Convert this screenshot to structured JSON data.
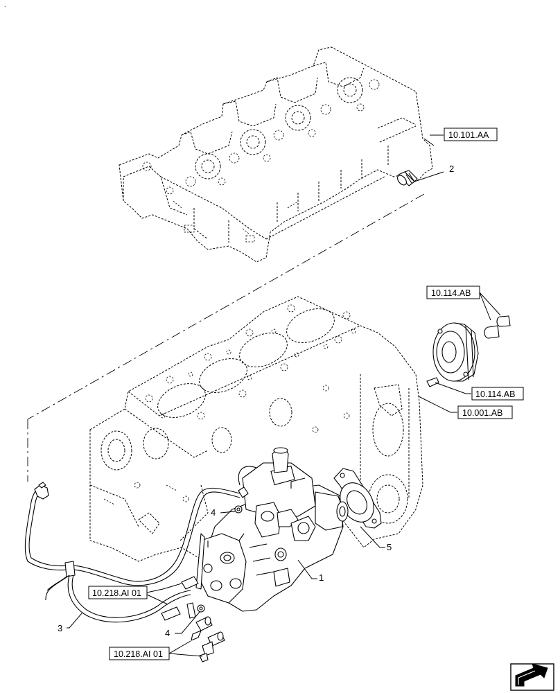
{
  "corner_mark": ".",
  "references": {
    "head": "10.101.AA",
    "front_cover_top": "10.114.AB",
    "front_cover_bottom": "10.114.AB",
    "block": "10.001.AB",
    "pipe": "10.218.AI 01",
    "nozzles": "10.218.AI 01"
  },
  "callouts": {
    "pump": "1",
    "sensor": "2",
    "pipe": "3",
    "washer_top": "4",
    "washer_bottom": "4",
    "flange": "5"
  },
  "nav_icon": "next-page-arrow-icon"
}
